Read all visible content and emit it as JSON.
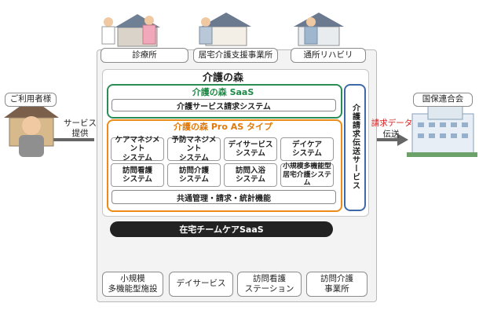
{
  "top_facilities": [
    "診療所",
    "居宅介護支援事業所",
    "通所リハビリ"
  ],
  "platform": {
    "title": "介護の森",
    "saas": {
      "title": "介護の森 SaaS",
      "system": "介護サービス請求システム"
    },
    "pro": {
      "title": "介護の森 Pro AS タイプ",
      "systems": [
        "ケアマネジメント\nシステム",
        "予防マネジメント\nシステム",
        "デイサービス\nシステム",
        "デイケア\nシステム",
        "訪問看護\nシステム",
        "訪問介護\nシステム",
        "訪問入浴\nシステム",
        "小規模多機能型\n居宅介護システム"
      ],
      "shared": "共通管理・請求・統計機能"
    },
    "transmission_service": "介護請求伝送サービス"
  },
  "team_bar": "在宅チームケアSaaS",
  "left": {
    "user_label": "ご利用者様",
    "service_label": "サービス\n提供"
  },
  "right": {
    "insurer_label": "国保連合会",
    "billing_label": "請求データ",
    "transmit_label": "伝送"
  },
  "bottom_facilities": [
    "小規模\n多機能型施設",
    "デイサービス",
    "訪問看護\nステーション",
    "訪問介護\n事業所"
  ],
  "colors": {
    "saas_green": "#2b8c56",
    "pro_orange": "#ee8a16",
    "service_blue": "#3d6aa7",
    "team_bar": "#222222",
    "red_text": "#d81e1e"
  }
}
